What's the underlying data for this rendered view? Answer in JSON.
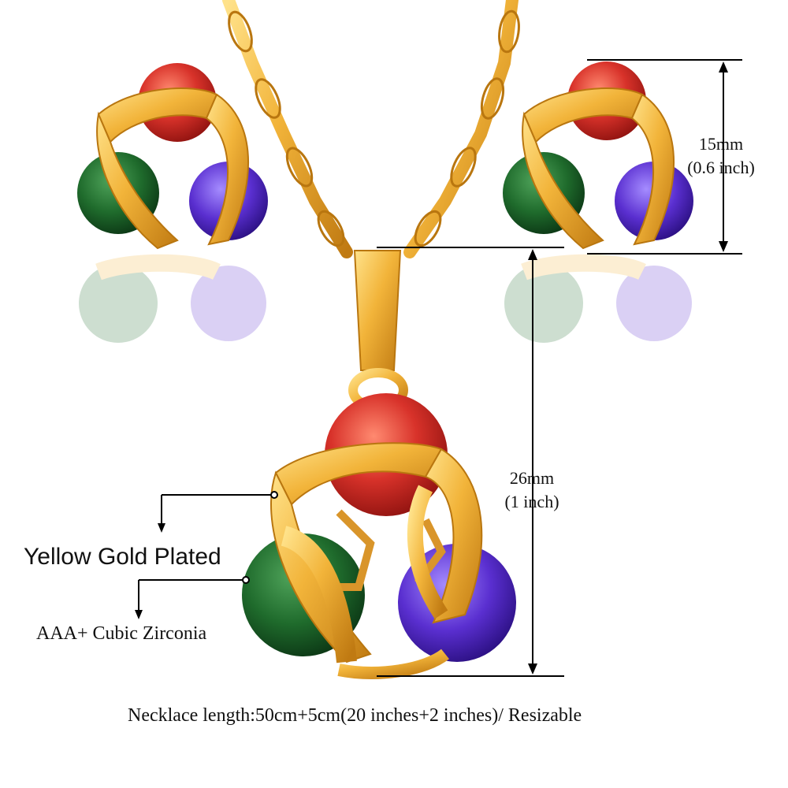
{
  "labels": {
    "earring_size": "15mm",
    "earring_size_inch": "(0.6 inch)",
    "pendant_size": "26mm",
    "pendant_size_inch": "(1 inch)",
    "plating": "Yellow Gold Plated",
    "stones": "AAA+ Cubic Zirconia",
    "necklace_length": "Necklace length:50cm+5cm(20 inches+2 inches)/ Resizable"
  },
  "colors": {
    "gold": "#f2b43a",
    "gold_dark": "#c07a12",
    "ruby": "#d8322a",
    "emerald": "#1f6b2c",
    "amethyst": "#5a2fd0",
    "line": "#000000"
  }
}
